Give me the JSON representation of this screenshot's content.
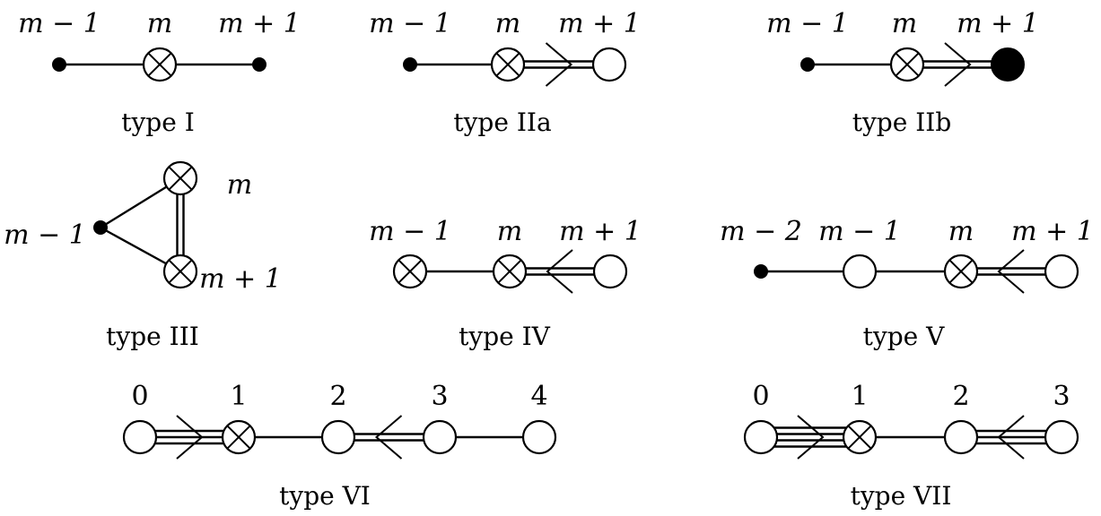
{
  "panels": [
    {
      "caption": "type I",
      "nodes": [
        {
          "label": "m − 1",
          "kind": "small-black"
        },
        {
          "label": "m",
          "kind": "crossed"
        },
        {
          "label": "m + 1",
          "kind": "small-black"
        }
      ],
      "edges": [
        {
          "from": 0,
          "to": 1,
          "kind": "single"
        },
        {
          "from": 1,
          "to": 2,
          "kind": "single"
        }
      ]
    },
    {
      "caption": "type IIa",
      "nodes": [
        {
          "label": "m − 1",
          "kind": "small-black"
        },
        {
          "label": "m",
          "kind": "crossed"
        },
        {
          "label": "m + 1",
          "kind": "white"
        }
      ],
      "edges": [
        {
          "from": 0,
          "to": 1,
          "kind": "single"
        },
        {
          "from": 1,
          "to": 2,
          "kind": "double",
          "arrow": "right"
        }
      ]
    },
    {
      "caption": "type IIb",
      "nodes": [
        {
          "label": "m − 1",
          "kind": "small-black"
        },
        {
          "label": "m",
          "kind": "crossed"
        },
        {
          "label": "m + 1",
          "kind": "big-black"
        }
      ],
      "edges": [
        {
          "from": 0,
          "to": 1,
          "kind": "single"
        },
        {
          "from": 1,
          "to": 2,
          "kind": "double",
          "arrow": "right"
        }
      ]
    },
    {
      "caption": "type III",
      "nodes": [
        {
          "label": "m − 1",
          "kind": "small-black"
        },
        {
          "label": "m",
          "kind": "crossed"
        },
        {
          "label": "m + 1",
          "kind": "crossed"
        }
      ],
      "edges": [
        {
          "from": 0,
          "to": 1,
          "kind": "single"
        },
        {
          "from": 0,
          "to": 2,
          "kind": "single"
        },
        {
          "from": 1,
          "to": 2,
          "kind": "double"
        }
      ]
    },
    {
      "caption": "type IV",
      "nodes": [
        {
          "label": "m − 1",
          "kind": "crossed"
        },
        {
          "label": "m",
          "kind": "crossed"
        },
        {
          "label": "m + 1",
          "kind": "white"
        }
      ],
      "edges": [
        {
          "from": 0,
          "to": 1,
          "kind": "single"
        },
        {
          "from": 1,
          "to": 2,
          "kind": "double",
          "arrow": "left"
        }
      ]
    },
    {
      "caption": "type V",
      "nodes": [
        {
          "label": "m − 2",
          "kind": "small-black"
        },
        {
          "label": "m − 1",
          "kind": "white"
        },
        {
          "label": "m",
          "kind": "crossed"
        },
        {
          "label": "m + 1",
          "kind": "white"
        }
      ],
      "edges": [
        {
          "from": 0,
          "to": 1,
          "kind": "single"
        },
        {
          "from": 1,
          "to": 2,
          "kind": "single"
        },
        {
          "from": 2,
          "to": 3,
          "kind": "double",
          "arrow": "left"
        }
      ]
    },
    {
      "caption": "type VI",
      "nodes": [
        {
          "label": "0",
          "kind": "white"
        },
        {
          "label": "1",
          "kind": "crossed"
        },
        {
          "label": "2",
          "kind": "white"
        },
        {
          "label": "3",
          "kind": "white"
        },
        {
          "label": "4",
          "kind": "white"
        }
      ],
      "edges": [
        {
          "from": 0,
          "to": 1,
          "kind": "triple",
          "arrow": "right"
        },
        {
          "from": 1,
          "to": 2,
          "kind": "single"
        },
        {
          "from": 2,
          "to": 3,
          "kind": "double",
          "arrow": "left"
        },
        {
          "from": 3,
          "to": 4,
          "kind": "single"
        }
      ]
    },
    {
      "caption": "type VII",
      "nodes": [
        {
          "label": "0",
          "kind": "white"
        },
        {
          "label": "1",
          "kind": "crossed"
        },
        {
          "label": "2",
          "kind": "white"
        },
        {
          "label": "3",
          "kind": "white"
        }
      ],
      "edges": [
        {
          "from": 0,
          "to": 1,
          "kind": "quadruple",
          "arrow": "right"
        },
        {
          "from": 1,
          "to": 2,
          "kind": "single"
        },
        {
          "from": 2,
          "to": 3,
          "kind": "triple",
          "arrow": "left"
        }
      ]
    }
  ]
}
